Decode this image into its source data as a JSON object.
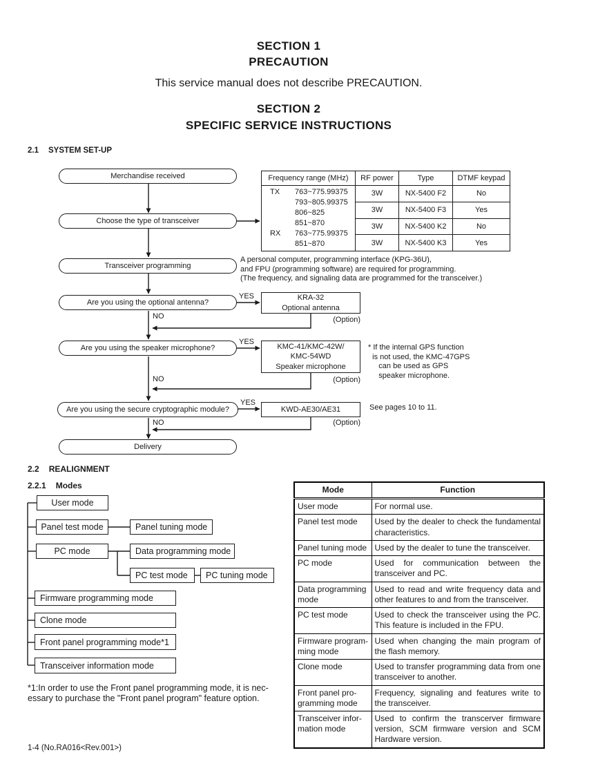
{
  "page": {
    "section1_title": "SECTION 1",
    "section1_subtitle": "PRECAUTION",
    "section1_body": "This service manual does not describe PRECAUTION.",
    "section2_title": "SECTION 2",
    "section2_subtitle": "SPECIFIC SERVICE INSTRUCTIONS",
    "footer": "1-4 (No.RA016<Rev.001>)"
  },
  "setup": {
    "heading_num": "2.1",
    "heading": "SYSTEM SET-UP",
    "flow": {
      "merchandise": "Merchandise received",
      "choose": "Choose the type of transceiver",
      "programming": "Transceiver programming",
      "q_antenna": "Are you using the optional antenna?",
      "q_speaker": "Are you using the speaker microphone?",
      "q_crypto": "Are you using the secure cryptographic module?",
      "delivery": "Delivery",
      "yes": "YES",
      "no": "NO",
      "option": "(Option)",
      "kra_box": "KRA-32\nOptional antenna",
      "kmc_box": "KMC-41/KMC-42W/\nKMC-54WD\nSpeaker microphone",
      "kwd_box": "KWD-AE30/AE31",
      "see_pages": "See pages 10 to 11.",
      "programming_note": "A personal computer, programming interface (KPG-36U),\nand FPU (programming software) are required for programming.\n(The frequency, and signaling data are programmed for the transceiver.)",
      "gps_note": "* If the internal GPS function\n  is not used, the KMC-47GPS\n     can be used as GPS\n     speaker microphone."
    },
    "freq_table": {
      "headers": [
        "Frequency range (MHz)",
        "RF power",
        "Type",
        "DTMF keypad"
      ],
      "tx_label": "TX",
      "tx_lines": [
        "763~775.99375",
        "793~805.99375",
        "806~825",
        "851~870"
      ],
      "rx_label": "RX",
      "rx_lines": [
        "763~775.99375",
        "851~870"
      ],
      "rows": [
        {
          "rf": "3W",
          "type": "NX-5400 F2",
          "dtmf": "No"
        },
        {
          "rf": "3W",
          "type": "NX-5400 F3",
          "dtmf": "Yes"
        },
        {
          "rf": "3W",
          "type": "NX-5400 K2",
          "dtmf": "No"
        },
        {
          "rf": "3W",
          "type": "NX-5400 K3",
          "dtmf": "Yes"
        }
      ]
    }
  },
  "realignment": {
    "heading_num": "2.2",
    "heading": "REALIGNMENT",
    "modes_num": "2.2.1",
    "modes_heading": "Modes",
    "diagram": {
      "user": "User mode",
      "panel_test": "Panel test mode",
      "panel_tuning": "Panel tuning mode",
      "pc": "PC mode",
      "data_prog": "Data programming mode",
      "pc_test": "PC test mode",
      "pc_tuning": "PC tuning mode",
      "firmware": "Firmware programming mode",
      "clone": "Clone mode",
      "front_panel": "Front panel programming mode*1",
      "info": "Transceiver information mode"
    },
    "footnote": "*1:In order to use the Front panel programming mode, it is nec-\nessary to purchase the \"Front panel program\" feature option.",
    "mode_table": {
      "headers": [
        "Mode",
        "Function"
      ],
      "rows": [
        {
          "mode": "User mode",
          "function": "For normal use."
        },
        {
          "mode": "Panel test mode",
          "function": "Used by the dealer to check the fundamental characteristics."
        },
        {
          "mode": "Panel tuning mode",
          "function": "Used by the dealer to tune the transceiver."
        },
        {
          "mode": "PC mode",
          "function": "Used for communication between the transceiver and PC."
        },
        {
          "mode": "Data programming\nmode",
          "function": "Used to read and write frequency data and other features to and from the transceiver."
        },
        {
          "mode": "PC test mode",
          "function": "Used to check the transceiver using the PC. This feature is included in the FPU."
        },
        {
          "mode": "Firmware program-\nming mode",
          "function": "Used when changing the main program of the flash memory."
        },
        {
          "mode": "Clone mode",
          "function": "Used to transfer programming data from one transceiver to another."
        },
        {
          "mode": "Front panel pro-\ngramming mode",
          "function": "Frequency, signaling and features write to the transceiver."
        },
        {
          "mode": "Transceiver infor-\nmation mode",
          "function": "Used to confirm the transcerver firmware version, SCM firmware version and SCM Hardware version."
        }
      ]
    }
  }
}
